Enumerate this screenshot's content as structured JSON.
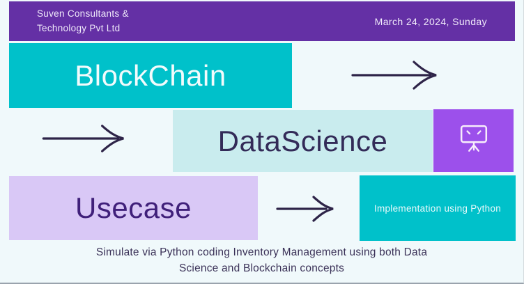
{
  "header": {
    "company_line1": "Suven Consultants &",
    "company_line2": "Technology Pvt Ltd",
    "date": "March 24, 2024, Sunday"
  },
  "flow": {
    "step1": {
      "label": "BlockChain"
    },
    "step2": {
      "label": "DataScience"
    },
    "step3": {
      "label": "Usecase"
    },
    "result": {
      "label": "Implementation using Python"
    },
    "icon": "presentation-board-icon"
  },
  "caption": {
    "line1": "Simulate via Python coding Inventory Management using both Data",
    "line2": "Science and Blockchain concepts"
  },
  "colors": {
    "background": "#F0F9FB",
    "banner_purple": "#6430A5",
    "teal": "#00C1CA",
    "light_cyan": "#C9ECEE",
    "bright_purple": "#9C50EB",
    "lavender": "#D9C8F6",
    "arrow_ink": "#2E2448",
    "dark_text": "#332B58",
    "usecase_text": "#40207A",
    "caption_text": "#3A3157"
  }
}
